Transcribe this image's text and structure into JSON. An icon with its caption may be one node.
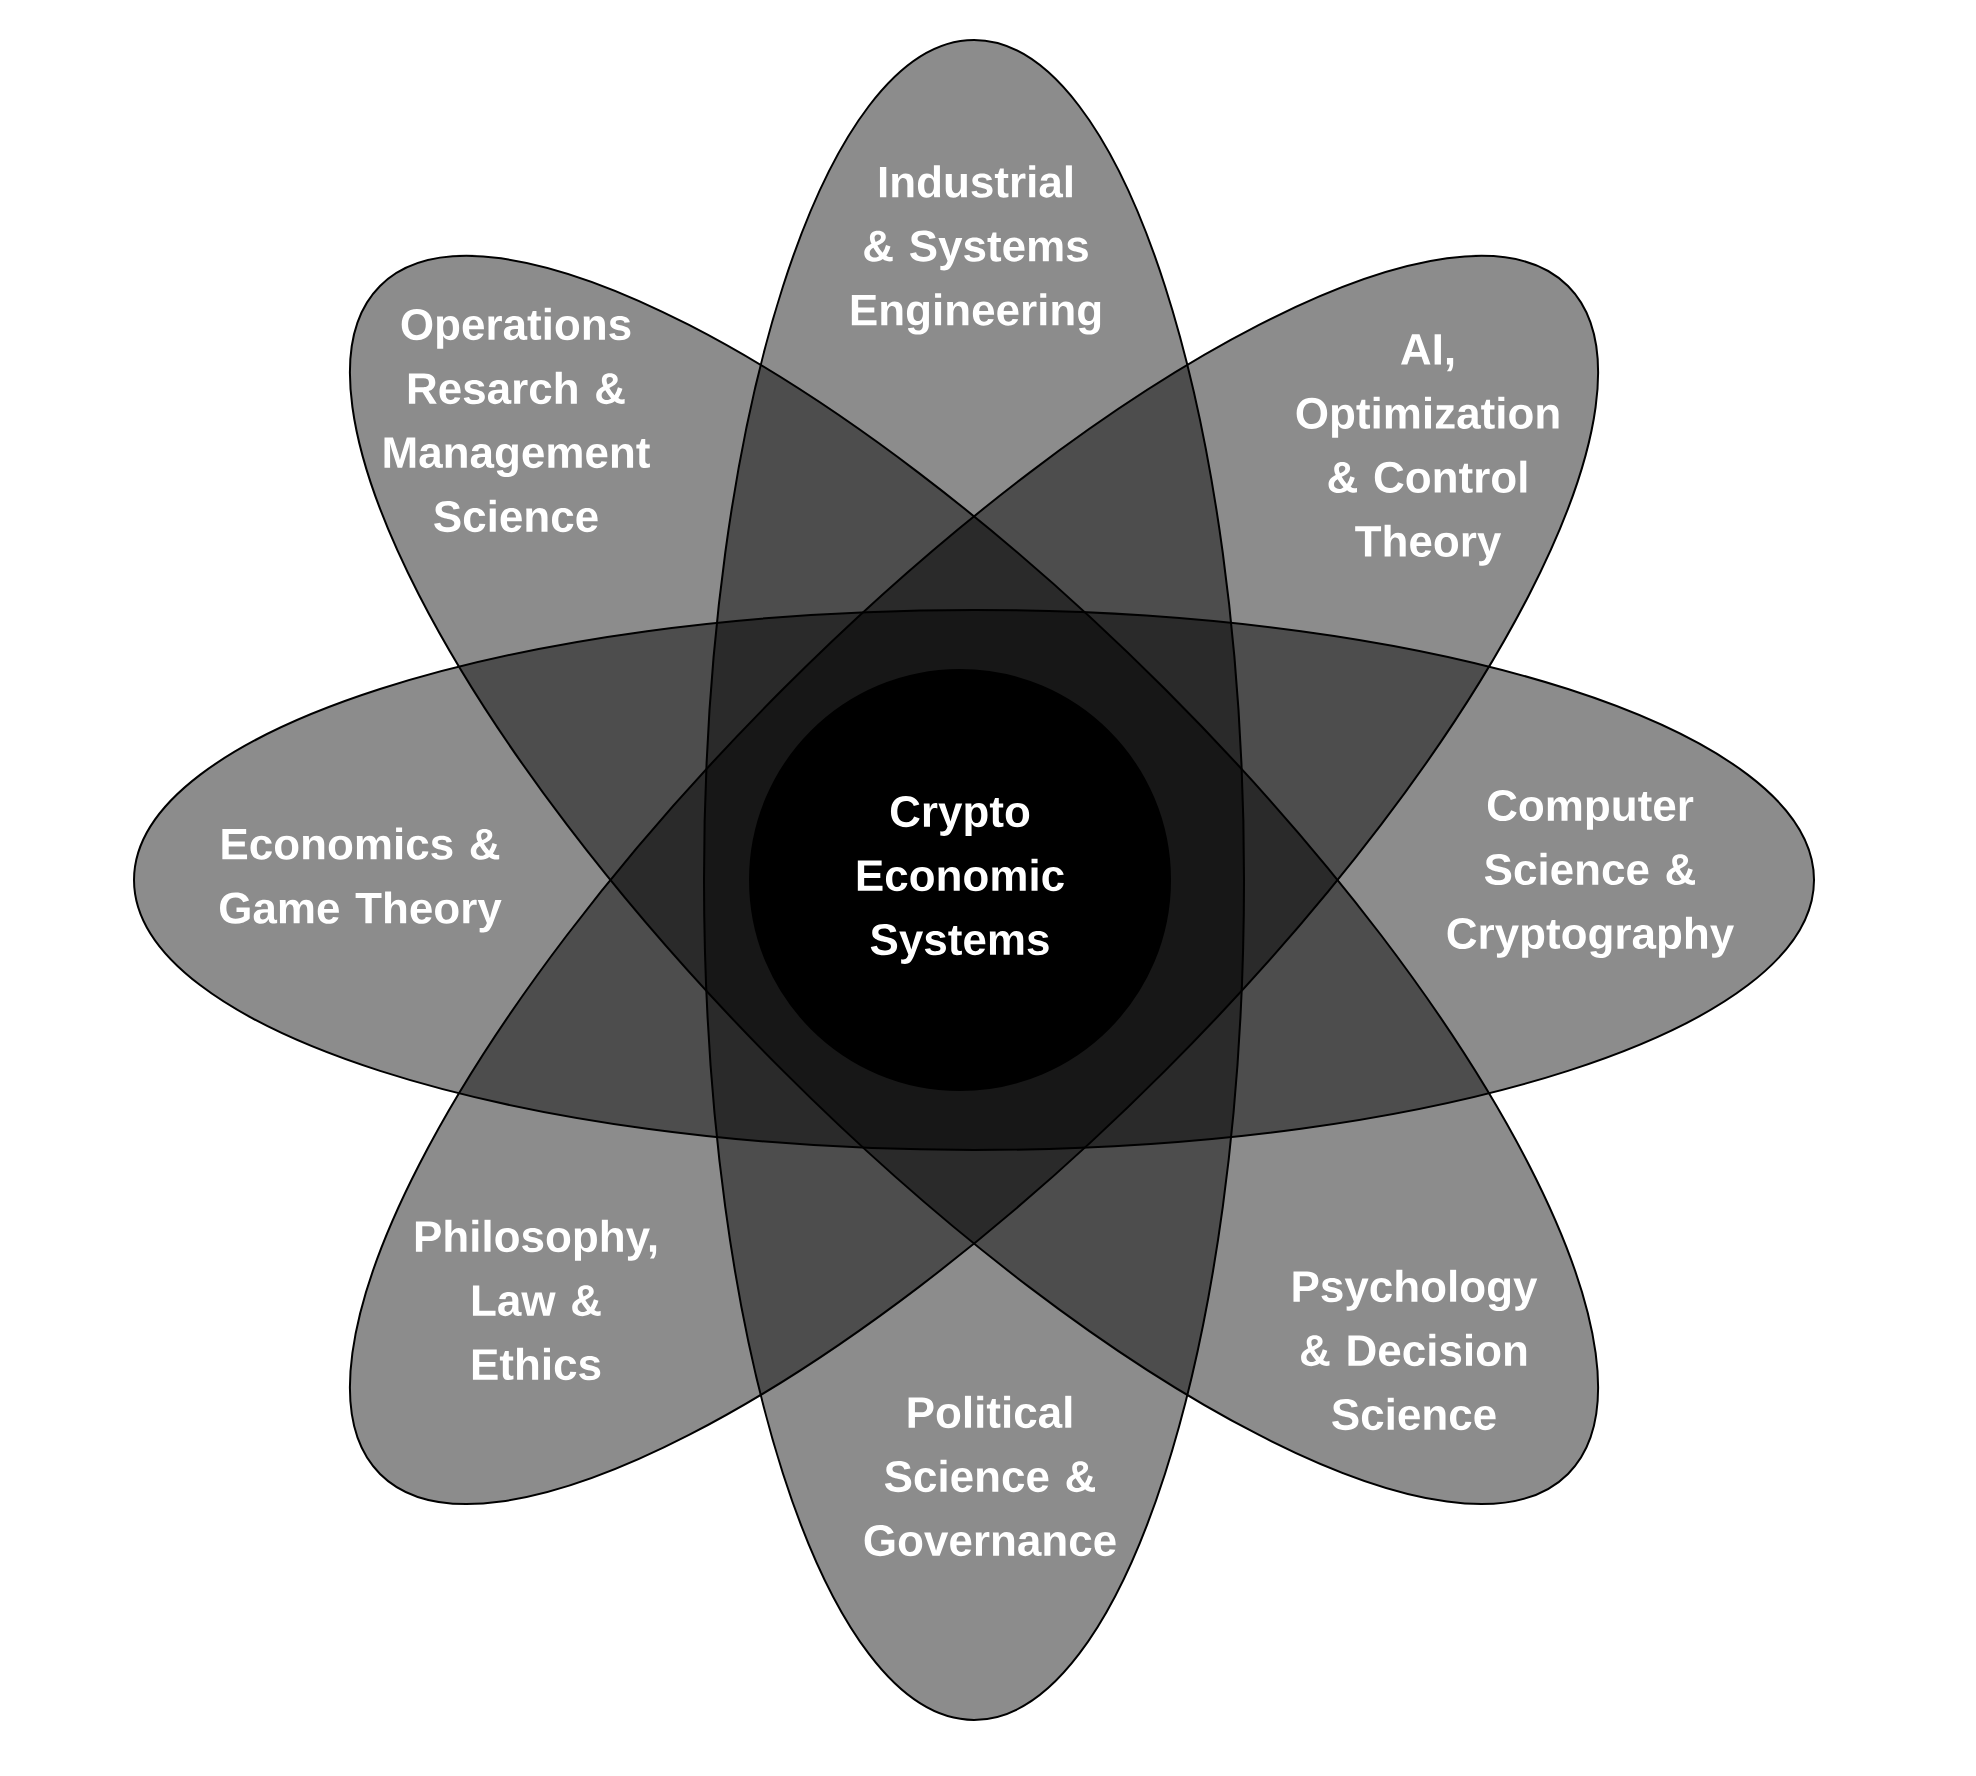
{
  "diagram": {
    "nodes": [
      {
        "text": [
          "Industrial & Systems Engineering",
          "Political Science & Governance"
        ]
      },
      {
        "text": [
          "AI, Optimization & Control Theory",
          "Philosophy, Law & Ethics"
        ]
      },
      {
        "text": [
          "Economics & Game Theory",
          "Computer Science & Cryptography"
        ]
      },
      {
        "text": [
          "Operations Resarch & Management Science",
          "Psychology & Decision Science"
        ]
      },
      {
        "text": [
          "Crypto Economic Systems"
        ]
      }
    ]
  }
}
